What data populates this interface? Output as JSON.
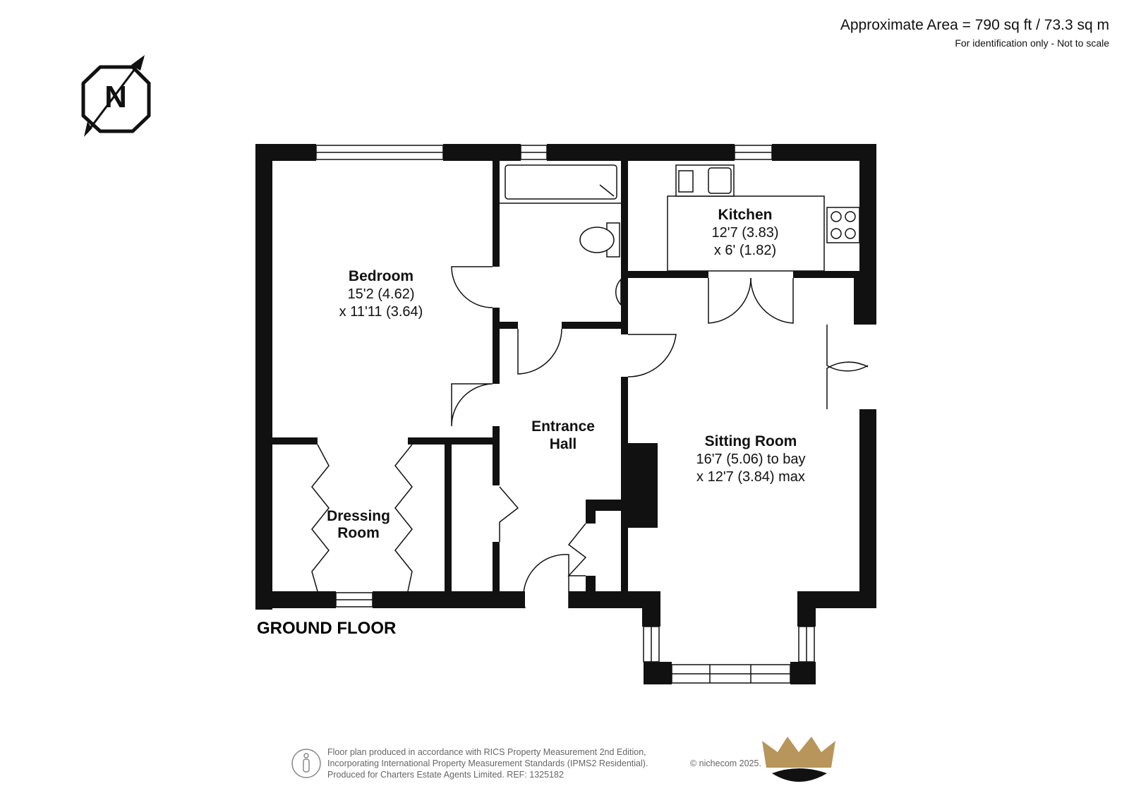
{
  "header": {
    "area": "Approximate Area = 790 sq ft / 73.3 sq m",
    "note": "For identification only - Not to scale"
  },
  "compass": {
    "letter": "N",
    "icon": "north-arrow-icon"
  },
  "rooms": {
    "bedroom": {
      "name": "Bedroom",
      "dim1": "15'2 (4.62)",
      "dim2": "x 11'11 (3.64)"
    },
    "kitchen": {
      "name": "Kitchen",
      "dim1": "12'7 (3.83)",
      "dim2": "x 6' (1.82)"
    },
    "entrance": {
      "name1": "Entrance",
      "name2": "Hall"
    },
    "sitting": {
      "name": "Sitting Room",
      "dim1": "16'7 (5.06) to bay",
      "dim2": "x 12'7 (3.84) max"
    },
    "dressing": {
      "name1": "Dressing",
      "name2": "Room"
    }
  },
  "floor_label": "GROUND FLOOR",
  "footer": {
    "line1": "Floor plan produced in accordance with RICS Property Measurement 2nd Edition,",
    "line2": "Incorporating International Property Measurement Standards (IPMS2 Residential).",
    "line3": "Produced for Charters Estate Agents Limited.   REF: 1325182",
    "copyright": "© nichecom 2025.",
    "logo": "crown-logo"
  },
  "colors": {
    "wall": "#111111",
    "gold": "#b8955a",
    "text_grey": "#666666"
  }
}
